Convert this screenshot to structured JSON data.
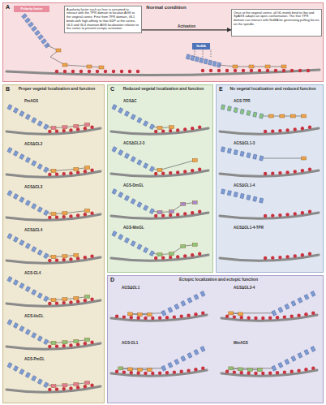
{
  "diagram": {
    "nodes": [
      {
        "text": [
          "A",
          "Normal condition"
        ]
      },
      {
        "text": [
          "A polarity factor such as Insc is assumed to interact with the TPR domain to localize AGS to the vegetal cortex. Free from TPR domain, GL1 binds with high affinity to Gαi-GDP at the cortex. GL3 and GL4 maintain AGS localization relative to the cortex to prevent ectopic activation."
        ],
        "in": 0
      },
      {
        "text": [
          "Polarity factor"
        ],
        "in": 0
      },
      {
        "text": [
          "Once at the vegetal cortex, all GL motifs bind to Gαi and SpAGS adopts an open conformation. The free TPR domain can interact with NuMA for generating pulling forces on the spindle."
        ],
        "in": 0
      },
      {
        "text": [
          "NuMA"
        ],
        "in": 0
      },
      {
        "text": [
          "B",
          "Proper vegetal localization and function"
        ]
      },
      {
        "text": [
          "C",
          "Reduced vegetal localization and function"
        ]
      },
      {
        "text": [
          "E",
          "No vegetal localization and reduced function"
        ]
      },
      {
        "text": [
          "D",
          "Ectopic localization and ectopic function"
        ]
      }
    ],
    "edges": [
      {
        "from": 1,
        "to": 3,
        "arrow": "to",
        "label": "Activation"
      }
    ],
    "labels": [
      "PmAGS",
      "AGSΔGL2",
      "AGSΔGL3",
      "AGSΔGL4",
      "AGS-GL4",
      "AGS-HsGL",
      "AGS-PmGL",
      "AGSΔC",
      "AGSΔGL2-3",
      "AGS-DmGL",
      "AGS-MmGL",
      "AGS-TPR",
      "AGSΔGL1-3",
      "AGSΔGL1-4",
      "AGSΔGL1-4-TPR",
      "AGSΔGL1",
      "AGS-GL1",
      "AGSΔGL3-4",
      "MmAGS"
    ]
  }
}
